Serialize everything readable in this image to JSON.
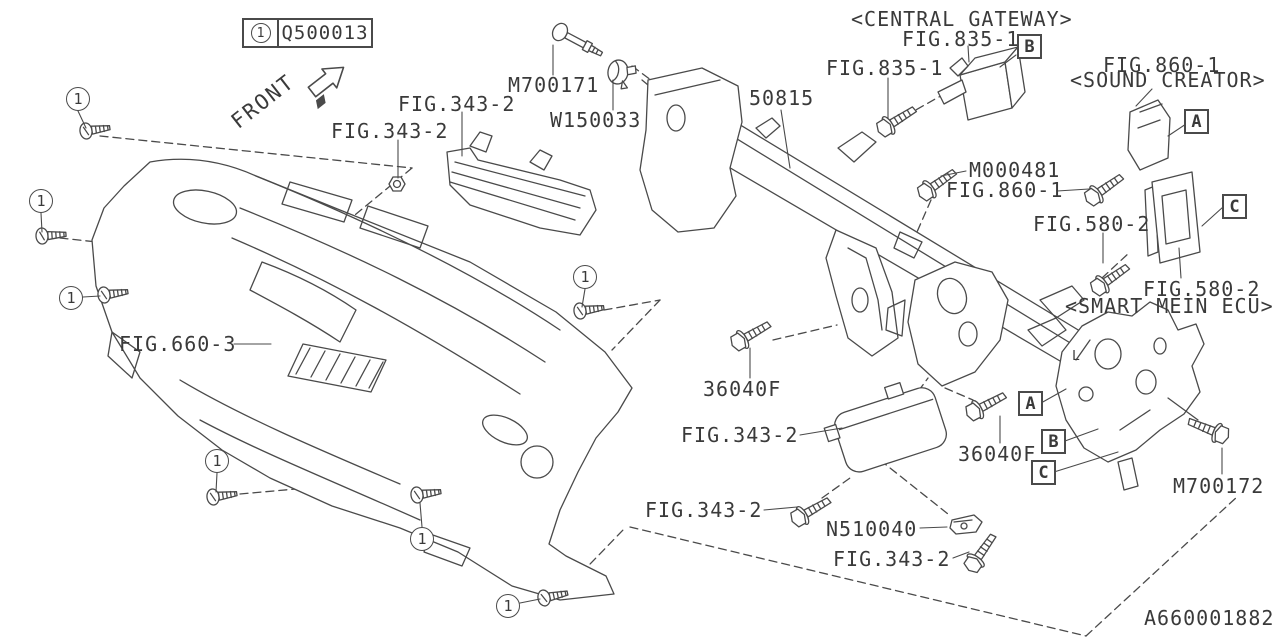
{
  "diagram": {
    "drawing_number": "A660001882",
    "legend": {
      "index": "1",
      "part_number": "Q500013"
    },
    "front_label": "FRONT",
    "circled_number": "1",
    "small_mark": "L",
    "labels": [
      "M700171",
      "W150033",
      "FIG.343-2",
      "FIG.343-2",
      "<CENTRAL GATEWAY>",
      "FIG.835-1",
      "FIG.835-1",
      "FIG.860-1",
      "<SOUND CREATOR>",
      "50815",
      "M000481",
      "FIG.860-1",
      "FIG.580-2",
      "FIG.580-2",
      "<SMART MEIN ECU>",
      "FIG.660-3",
      "36040F",
      "FIG.343-2",
      "36040F",
      "M700172",
      "FIG.343-2",
      "N510040",
      "FIG.343-2"
    ],
    "callout_letters": [
      "B",
      "A",
      "C",
      "A",
      "B",
      "C"
    ],
    "colors": {
      "line": "#4a4a4a",
      "text": "#3a3a3a",
      "background": "#ffffff"
    }
  }
}
